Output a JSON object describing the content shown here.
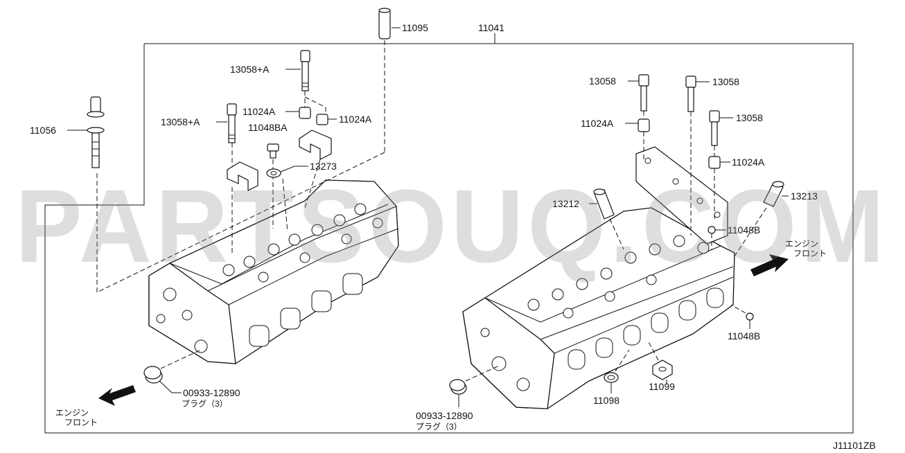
{
  "diagram_code": "J11101ZB",
  "watermark": "PARTSOUQ.COM",
  "engine_front_arrows": [
    {
      "line1": "エンジン",
      "line2": "フロント"
    },
    {
      "line1": "エンジン",
      "line2": "フロント"
    }
  ],
  "callouts": {
    "c11095": "11095",
    "c11041": "11041",
    "c13058a_top": "13058+A",
    "c13058a_mid": "13058+A",
    "c11024a_l1": "11024A",
    "c11024a_l2": "11024A",
    "c11048ba": "11048BA",
    "c13273": "13273",
    "c11056": "11056",
    "c13058_r1": "13058",
    "c13058_r2": "13058",
    "c13058_r3": "13058",
    "c11024a_r1": "11024A",
    "c11024a_r2": "11024A",
    "c13212": "13212",
    "c13213": "13213",
    "c11048b_1": "11048B",
    "c11048b_2": "11048B",
    "c11099": "11099",
    "c11098": "11098",
    "plug_left_no": "00933-12890",
    "plug_left_desc": "プラグ（3）",
    "plug_right_no": "00933-12890",
    "plug_right_desc": "プラグ（3）"
  }
}
